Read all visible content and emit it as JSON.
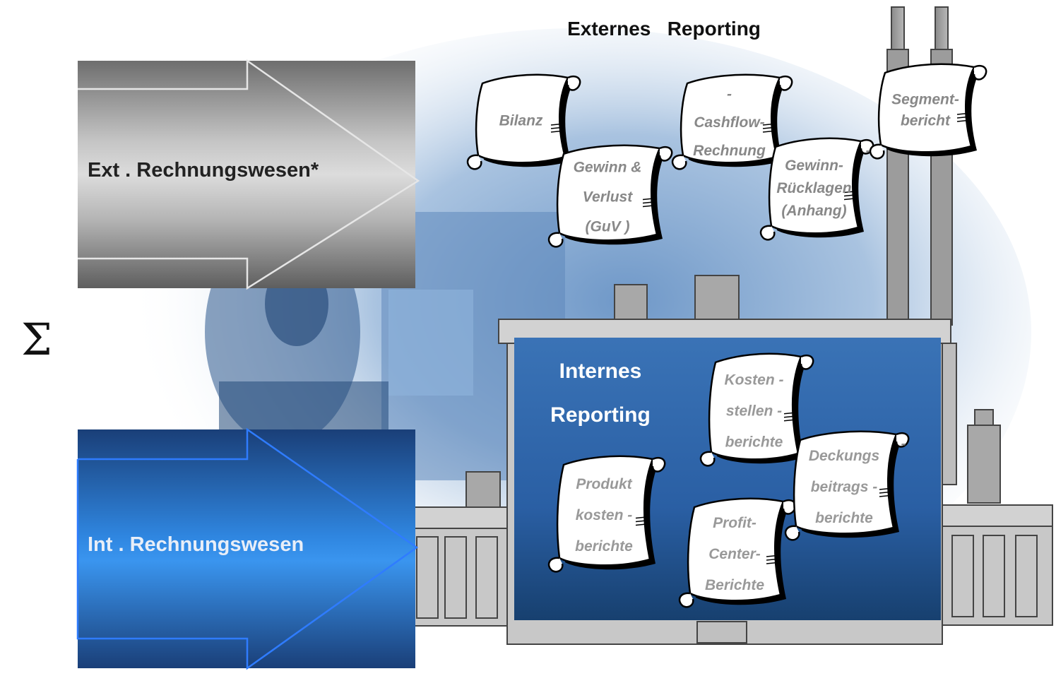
{
  "title": "Externes   Reporting",
  "sigma": "Σ",
  "arrows": {
    "external": "Ext . Rechnungswesen*",
    "internal": "Int . Rechnungswesen"
  },
  "internal_box": {
    "title_line1": "Internes",
    "title_line2": "Reporting"
  },
  "external_scrolls": [
    {
      "lines": [
        "Bilanz"
      ]
    },
    {
      "lines": [
        "Gewinn  &",
        "Verlust",
        "(GuV )"
      ]
    },
    {
      "lines": [
        "-",
        "Cashflow-",
        "Rechnung"
      ]
    },
    {
      "lines": [
        "Gewinn-",
        "Rücklagen",
        "(Anhang)"
      ],
      "dash": "-"
    },
    {
      "lines": [
        "Segment-",
        "bericht"
      ]
    }
  ],
  "internal_scrolls": [
    {
      "lines": [
        "Kosten  -",
        "stellen  -",
        "berichte"
      ]
    },
    {
      "lines": [
        "Produkt",
        "kosten -",
        "berichte"
      ]
    },
    {
      "lines": [
        "Profit-",
        "Center-",
        "Berichte"
      ]
    },
    {
      "lines": [
        "Deckungs",
        "beitrags  -",
        "berichte"
      ],
      "dash": "-"
    }
  ],
  "colors": {
    "ext_arrow": "#9a9a9a",
    "int_arrow": "#1f5fb0",
    "int_box": "#2a5e9e",
    "factory": "#c8c8c8"
  }
}
